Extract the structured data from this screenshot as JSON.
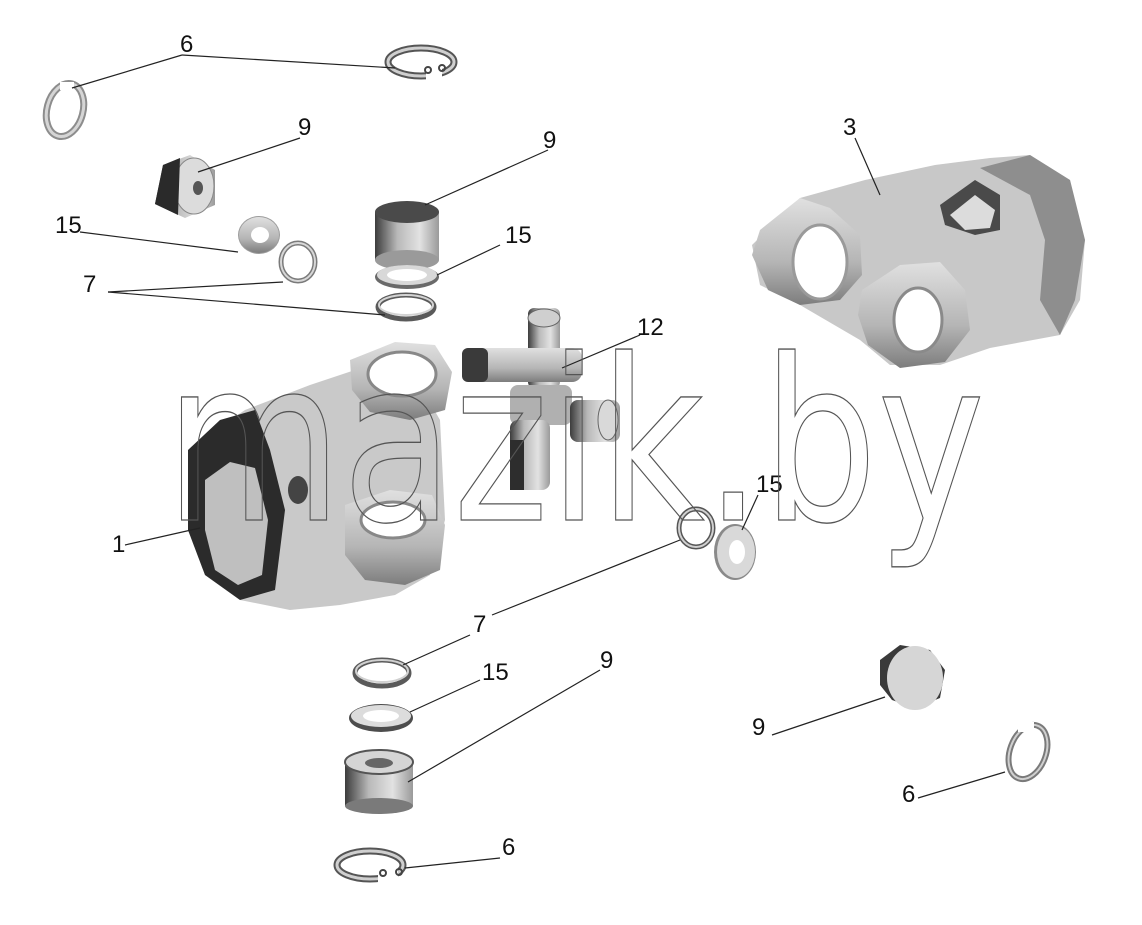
{
  "watermark": "mazik.by",
  "callouts": [
    {
      "id": "c6a",
      "text": "6"
    },
    {
      "id": "c9a",
      "text": "9"
    },
    {
      "id": "c9b",
      "text": "9"
    },
    {
      "id": "c3",
      "text": "3"
    },
    {
      "id": "c15a",
      "text": "15"
    },
    {
      "id": "c15b",
      "text": "15"
    },
    {
      "id": "c7a",
      "text": "7"
    },
    {
      "id": "c12",
      "text": "12"
    },
    {
      "id": "c1",
      "text": "1"
    },
    {
      "id": "c15c",
      "text": "15"
    },
    {
      "id": "c7b",
      "text": "7"
    },
    {
      "id": "c15d",
      "text": "15"
    },
    {
      "id": "c9c",
      "text": "9"
    },
    {
      "id": "c9d",
      "text": "9"
    },
    {
      "id": "c6b",
      "text": "6"
    },
    {
      "id": "c6c",
      "text": "6"
    }
  ],
  "colors": {
    "metal_light": "#d6d6d6",
    "metal_mid": "#a8a8a8",
    "metal_dark": "#3a3a3a",
    "leader": "#222222"
  }
}
